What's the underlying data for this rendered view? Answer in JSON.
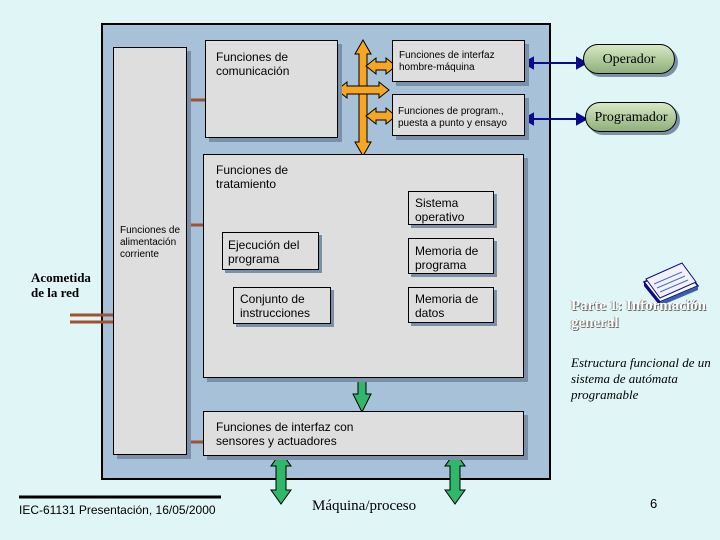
{
  "diagram": {
    "comunicacion": "Funciones de comunicación",
    "interfaz_hm": "Funciones de interfaz hombre-máquina",
    "program": "Funciones de program., puesta a punto y ensayo",
    "tratamiento": "Funciones de tratamiento",
    "sistema_operativo": "Sistema operativo",
    "ejecucion": "Ejecución del programa",
    "memoria_programa": "Memoria de programa",
    "conjunto": "Conjunto de instrucciones",
    "memoria_datos": "Memoria de datos",
    "alimentacion": "Funciones de alimentación corriente",
    "interfaz_sensores": "Funciones de interfaz con sensores y actuadores",
    "acometida": "Acometida de la red",
    "operador": "Operador",
    "programador": "Programador",
    "maquina": "Máquina/proceso"
  },
  "side": {
    "parte_title": "Parte 1: Información general",
    "parte_subtitle": "Estructura funcional de un sistema de autómata programable"
  },
  "footer": {
    "presentation": "IEC-61131 Presentación, 16/05/2000",
    "page_number": "6"
  },
  "colors": {
    "frame": "#a7c1d8",
    "box": "#dedede",
    "arrow_orange": "#f5a623",
    "arrow_green": "#2fb86a",
    "arrow_navy": "#0b0b8a",
    "wire": "#a0522d"
  }
}
